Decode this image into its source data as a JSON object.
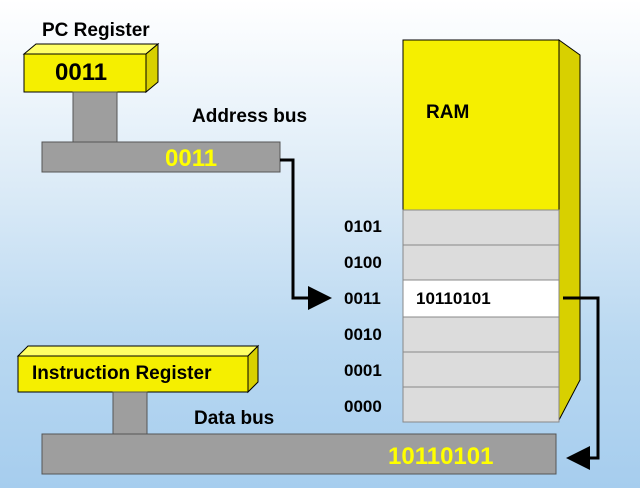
{
  "pc_register": {
    "title": "PC Register",
    "value": "0011"
  },
  "address_bus": {
    "label": "Address bus",
    "value": "0011"
  },
  "ram": {
    "label": "RAM",
    "rows": [
      {
        "address": "0101",
        "data": ""
      },
      {
        "address": "0100",
        "data": ""
      },
      {
        "address": "0011",
        "data": "10110101"
      },
      {
        "address": "0010",
        "data": ""
      },
      {
        "address": "0001",
        "data": ""
      },
      {
        "address": "0000",
        "data": ""
      }
    ]
  },
  "instruction_register": {
    "label": "Instruction Register"
  },
  "data_bus": {
    "label": "Data bus",
    "value": "10110101"
  },
  "colors": {
    "register_yellow": "#f5ef00",
    "ram_yellow": "#f5ef00",
    "ram_cell_gray": "#dcdcdc",
    "highlight_cell": "#ffffff",
    "bus_gray": "#9e9e9e",
    "bus_value_yellow": "#ffff00"
  }
}
